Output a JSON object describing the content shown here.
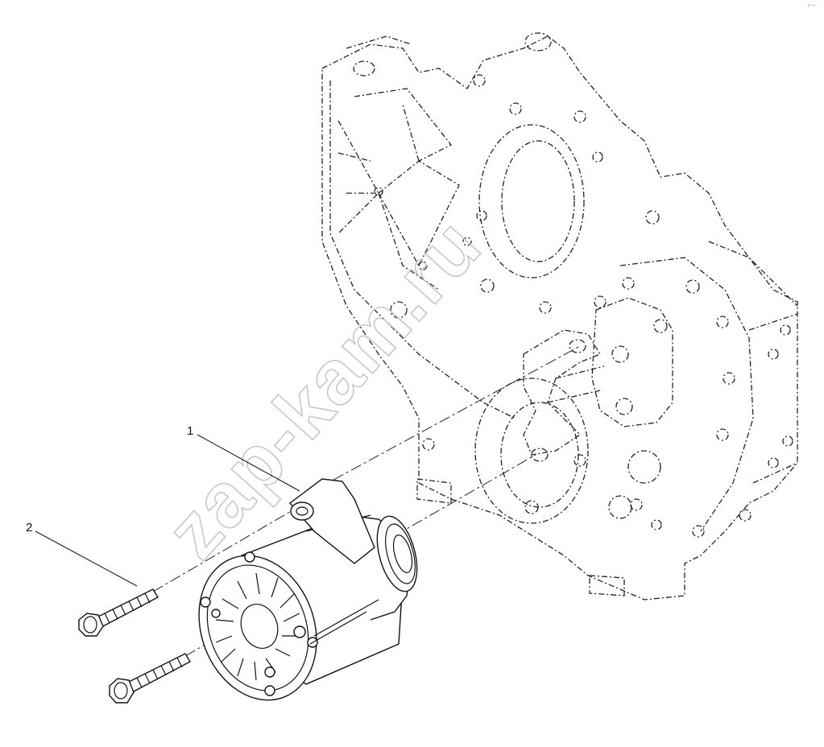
{
  "callouts": [
    {
      "id": "1",
      "label": "1"
    },
    {
      "id": "2",
      "label": "2"
    }
  ],
  "watermark": "zap-kam.ru",
  "corner_mark": "r—",
  "colors": {
    "line": "#1a1a1a",
    "dash": "#333333",
    "watermark": "#c8c8c8",
    "background": "#ffffff"
  }
}
